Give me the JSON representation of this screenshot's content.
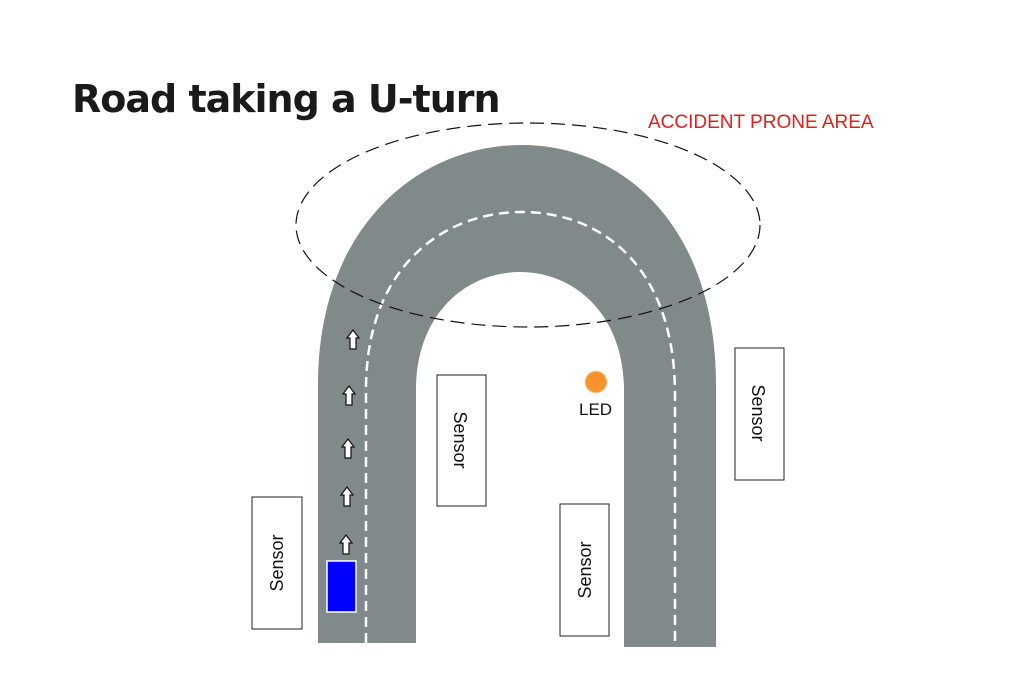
{
  "title": "Road taking a U-turn",
  "zone_label": "ACCIDENT PRONE AREA",
  "led_label": "LED",
  "sensors": [
    "Sensor",
    "Sensor",
    "Sensor",
    "Sensor"
  ],
  "icons": {
    "direction_arrow": "up-arrow-icon",
    "vehicle": "car-icon",
    "led": "led-icon"
  },
  "colors": {
    "road": "#808a8a",
    "lane_marking": "#ffffff",
    "vehicle": "#0000ff",
    "led": "#f6932b",
    "zone_label": "#e02020"
  }
}
